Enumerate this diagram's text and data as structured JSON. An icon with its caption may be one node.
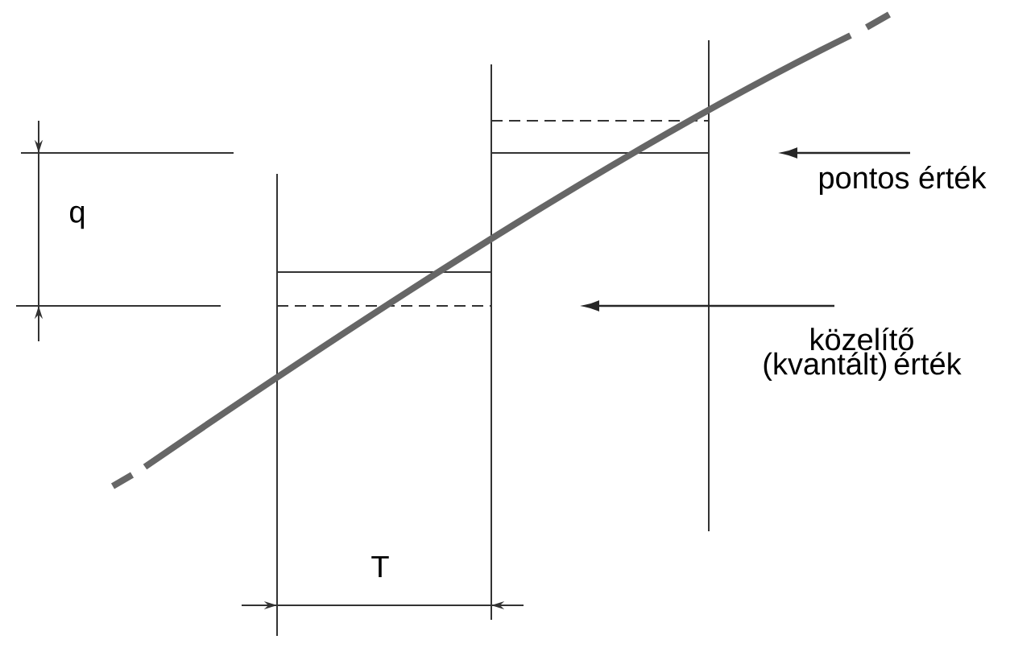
{
  "diagram": {
    "nodes": [
      {
        "text": [
          "pontos érték"
        ]
      },
      {
        "text": [
          "közelítő (kvantált) érték"
        ]
      }
    ],
    "edges": [
      {
        "from": 0,
        "to": null,
        "arrow": "to"
      },
      {
        "from": 1,
        "to": null,
        "arrow": "to"
      }
    ],
    "labels": [
      "q",
      "T"
    ]
  }
}
